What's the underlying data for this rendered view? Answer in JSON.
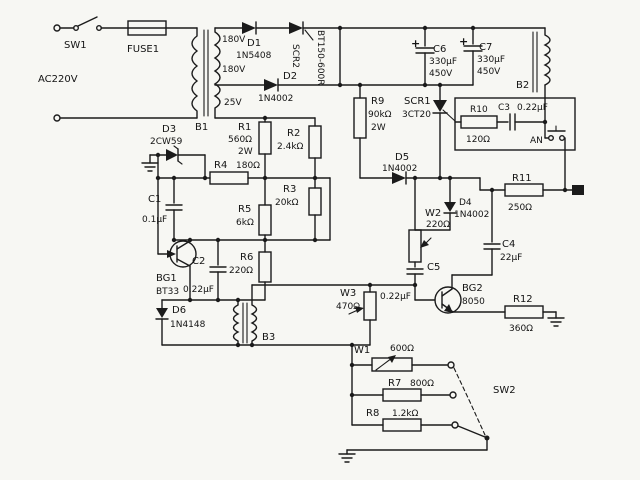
{
  "diagram": {
    "type": "power-control-circuit-schematic",
    "line_color": "#1b1b1b",
    "background": "#f7f7f3"
  },
  "components": {
    "sw1": {
      "ref": "SW1"
    },
    "fuse1": {
      "ref": "FUSE1"
    },
    "ac": {
      "ref": "AC220V"
    },
    "b1": {
      "ref": "B1",
      "taps": {
        "top": "180V",
        "mid": "180V",
        "low": "25V"
      }
    },
    "d1": {
      "ref": "D1",
      "value": "1N5408"
    },
    "scr2": {
      "ref": "SCR2",
      "value": "BT150-600R"
    },
    "d2": {
      "ref": "D2",
      "value": "1N4002"
    },
    "r1": {
      "ref": "R1",
      "value": "560Ω",
      "power": "2W"
    },
    "r2": {
      "ref": "R2",
      "value": "2.4kΩ"
    },
    "d3": {
      "ref": "D3",
      "value": "2CW59"
    },
    "r4": {
      "ref": "R4",
      "value": "180Ω"
    },
    "r3": {
      "ref": "R3",
      "value": "20kΩ"
    },
    "c1": {
      "ref": "C1",
      "value": "0.1μF"
    },
    "r5": {
      "ref": "R5",
      "value": "6kΩ"
    },
    "bg1": {
      "ref": "BG1",
      "value": "BT33"
    },
    "c2": {
      "ref": "C2",
      "value": "0.22μF"
    },
    "r6": {
      "ref": "R6",
      "value": "220Ω"
    },
    "d6": {
      "ref": "D6",
      "value": "1N4148"
    },
    "b3": {
      "ref": "B3"
    },
    "c6": {
      "ref": "C6",
      "value": "330μF",
      "voltage": "450V",
      "polarity": "+"
    },
    "c7": {
      "ref": "C7",
      "value": "330μF",
      "voltage": "450V",
      "polarity": "+"
    },
    "b2": {
      "ref": "B2"
    },
    "scr1": {
      "ref": "SCR1",
      "value": "3CT20"
    },
    "r10": {
      "ref": "R10",
      "value": "120Ω"
    },
    "c3": {
      "ref": "C3",
      "value": "0.22μF"
    },
    "an": {
      "ref": "AN"
    },
    "r9": {
      "ref": "R9",
      "value": "90kΩ",
      "power": "2W"
    },
    "d5": {
      "ref": "D5",
      "value": "1N4002"
    },
    "r11": {
      "ref": "R11",
      "value": "250Ω"
    },
    "d4": {
      "ref": "D4",
      "value": "1N4002"
    },
    "c4": {
      "ref": "C4",
      "value": "22μF"
    },
    "w2": {
      "ref": "W2",
      "value": "220Ω"
    },
    "c5": {
      "ref": "C5",
      "value": "0.22μF"
    },
    "w3": {
      "ref": "W3",
      "value": "470Ω"
    },
    "bg2": {
      "ref": "BG2",
      "value": "8050"
    },
    "r12": {
      "ref": "R12",
      "value": "360Ω"
    },
    "w1": {
      "ref": "W1",
      "value": "600Ω"
    },
    "r7": {
      "ref": "R7",
      "value": "800Ω"
    },
    "r8": {
      "ref": "R8",
      "value": "1.2kΩ"
    },
    "sw2": {
      "ref": "SW2"
    }
  }
}
